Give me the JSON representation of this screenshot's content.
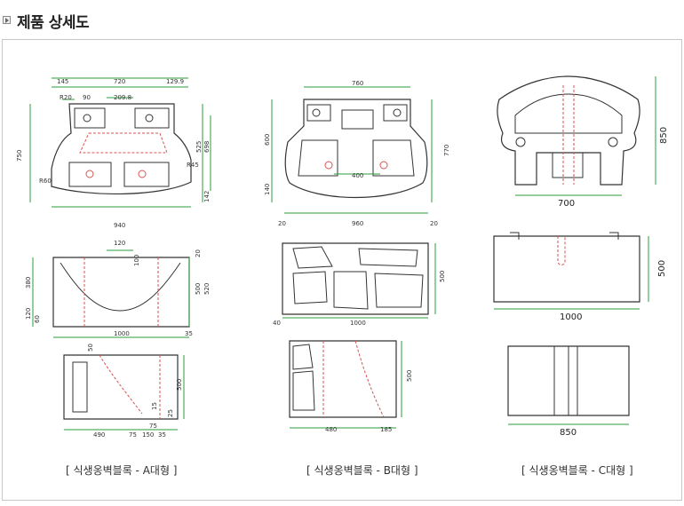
{
  "page": {
    "title": "제품 상세도"
  },
  "drawings": {
    "a": {
      "caption": "[ 식생옹벽블록 - A대형 ]",
      "top": {
        "w_left": "145",
        "w_mid": "720",
        "w_right": "129.9",
        "r20": "R20",
        "d90": "90",
        "d209": "209.8",
        "h750": "750",
        "h525": "525",
        "h698": "698",
        "r45": "R45",
        "r60": "R60",
        "h142": "142",
        "w940": "940"
      },
      "front": {
        "d120": "120",
        "d100": "100",
        "h380": "380",
        "h120": "120",
        "h60": "60",
        "d20": "20",
        "h500": "500",
        "h520": "520",
        "w1000": "1000",
        "d35": "35"
      },
      "side": {
        "d50": "50",
        "h500": "500",
        "d15": "15",
        "d75a": "75",
        "d25": "25",
        "w490": "490",
        "w75": "75",
        "w150": "150",
        "w35": "35"
      }
    },
    "b": {
      "caption": "[ 식생옹벽블록 - B대형 ]",
      "top": {
        "w760": "760",
        "h600": "600",
        "h770": "770",
        "d400": "400",
        "h140": "140",
        "d20l": "20",
        "w960": "960",
        "d20r": "20"
      },
      "front": {
        "h500": "500",
        "d40": "40",
        "w1000": "1000"
      },
      "side": {
        "h500": "500",
        "w480": "480",
        "w185": "185"
      }
    },
    "c": {
      "caption": "[ 식생옹벽블록 - C대형 ]",
      "top": {
        "h850": "850",
        "w700": "700"
      },
      "front": {
        "h500": "500",
        "w1000": "1000"
      },
      "side": {
        "w850": "850"
      }
    }
  },
  "colors": {
    "outline": "#333333",
    "dimension": "#2a9d3a",
    "hidden": "#d9534f"
  }
}
